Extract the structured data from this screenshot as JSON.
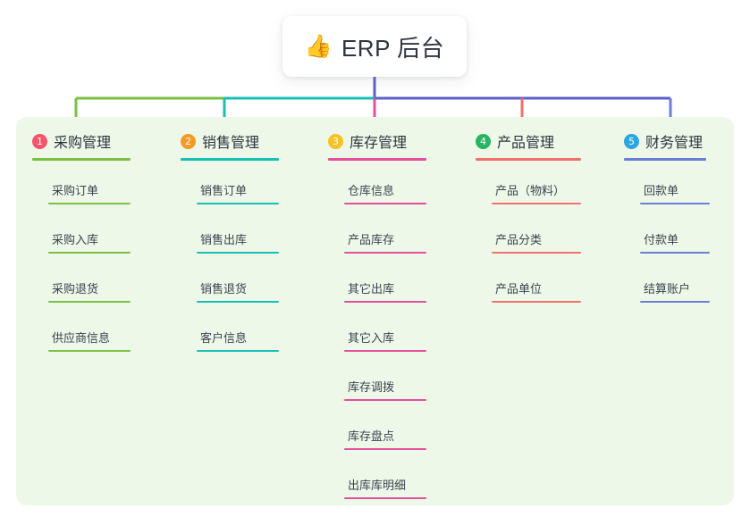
{
  "root": {
    "icon": "thumbs-up-icon",
    "emoji": "👍",
    "title": "ERP 后台"
  },
  "palette": {
    "panel_bg": "#eef8e9",
    "page_bg": "#ffffff",
    "text": "#2e3440",
    "root_stem": "#5b5fc7",
    "bus_left": "#7ac143",
    "bus_mid": "#17bfb4",
    "bus_right": "#5b5fc7"
  },
  "columns": [
    {
      "number": "1",
      "title": "采购管理",
      "badge_color": "#f4556d",
      "line_color": "#7ac143",
      "items": [
        "采购订单",
        "采购入库",
        "采购退货",
        "供应商信息"
      ]
    },
    {
      "number": "2",
      "title": "销售管理",
      "badge_color": "#f59a23",
      "line_color": "#17bfb4",
      "items": [
        "销售订单",
        "销售出库",
        "销售退货",
        "客户信息"
      ]
    },
    {
      "number": "3",
      "title": "库存管理",
      "badge_color": "#f6c224",
      "line_color": "#e34f9a",
      "items": [
        "仓库信息",
        "产品库存",
        "其它出库",
        "其它入库",
        "库存调拨",
        "库存盘点",
        "出库库明细"
      ]
    },
    {
      "number": "4",
      "title": "产品管理",
      "badge_color": "#28b463",
      "line_color": "#f4706a",
      "items": [
        "产品（物料）",
        "产品分类",
        "产品单位"
      ]
    },
    {
      "number": "5",
      "title": "财务管理",
      "badge_color": "#2ba6e0",
      "line_color": "#6b7fd7",
      "items": [
        "回款单",
        "付款单",
        "结算账户"
      ]
    }
  ]
}
